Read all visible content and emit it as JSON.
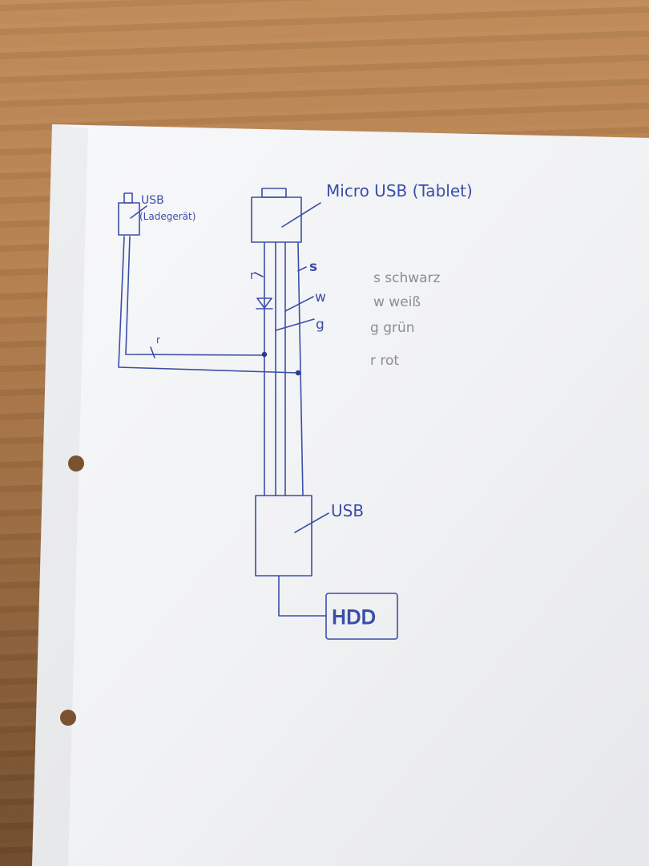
{
  "labels": {
    "usb_charger_title": "USB",
    "usb_charger_sub": "(Ladegerät)",
    "micro_usb": "Micro USB (Tablet)",
    "wire_r": "r",
    "wire_s": "s",
    "wire_w": "w",
    "wire_g": "g",
    "wire_r2": "r",
    "usb_bottom": "USB",
    "hdd": "HDD"
  },
  "legend": [
    {
      "text": "s schwarz"
    },
    {
      "text": "w weiß"
    },
    {
      "text": "g grün"
    },
    {
      "text": "r rot"
    }
  ],
  "colors": {
    "ink": "#3b4ea8",
    "pencil": "#8b8d92",
    "paper": "#f4f5f7",
    "wood": "#b57f4d"
  }
}
